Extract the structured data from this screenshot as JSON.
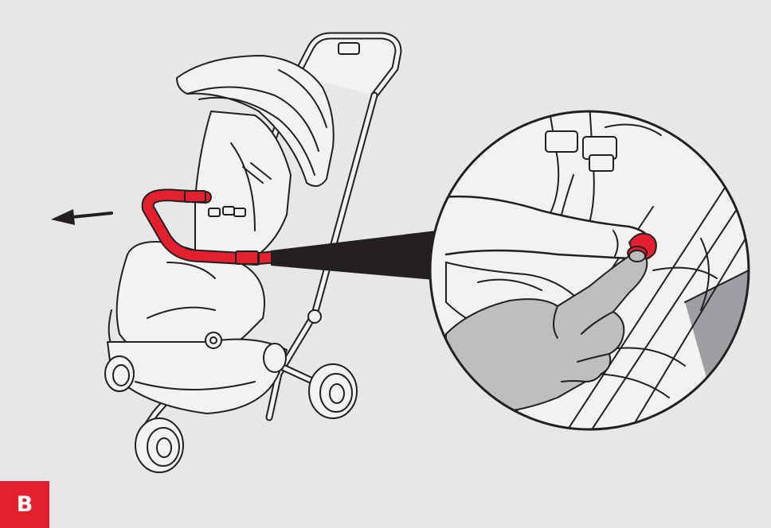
{
  "step": {
    "label": "B"
  },
  "colors": {
    "background": "#e6e7e8",
    "accent": "#e4202e",
    "line": "#231f20",
    "fill": "#f2f2f2",
    "hand": "#bcbec0",
    "shade": "#9d9fa2"
  },
  "icons": {
    "arrow": "arrow-left-icon",
    "highlight": "bumper-bar-highlight",
    "finger": "press-button-hand"
  }
}
